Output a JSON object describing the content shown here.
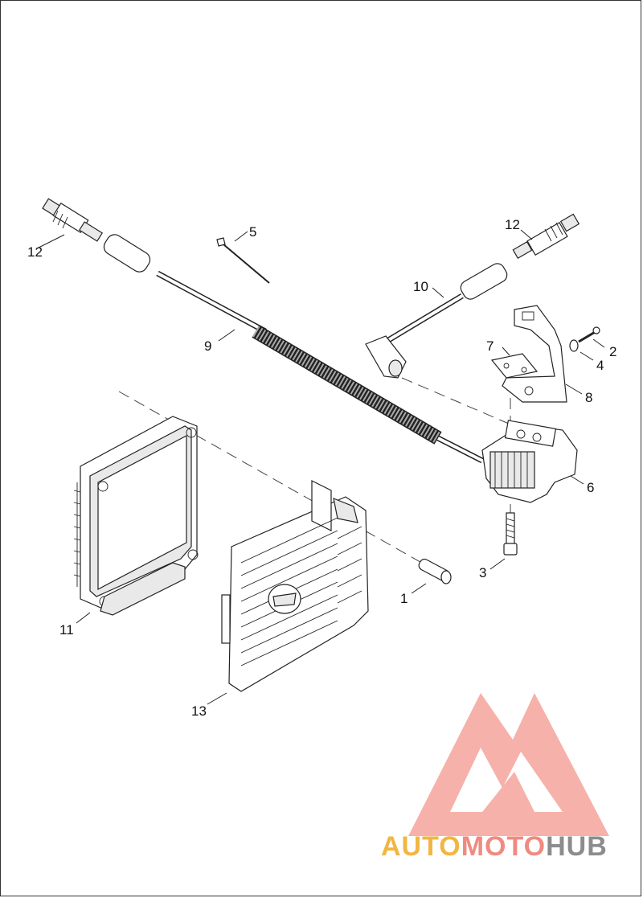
{
  "callouts": {
    "c1": "1",
    "c2": "2",
    "c3": "3",
    "c4": "4",
    "c5": "5",
    "c6": "6",
    "c7": "7",
    "c8": "8",
    "c9": "9",
    "c10": "10",
    "c11": "11",
    "c12_left": "12",
    "c12_right": "12",
    "c13": "13"
  },
  "watermark": {
    "word1": "AUTO",
    "word2": "MOTO",
    "word3": "HUB",
    "color_primary": "#f08a80",
    "color_secondary": "#f2b640",
    "color_tertiary": "#8c8c8c"
  }
}
